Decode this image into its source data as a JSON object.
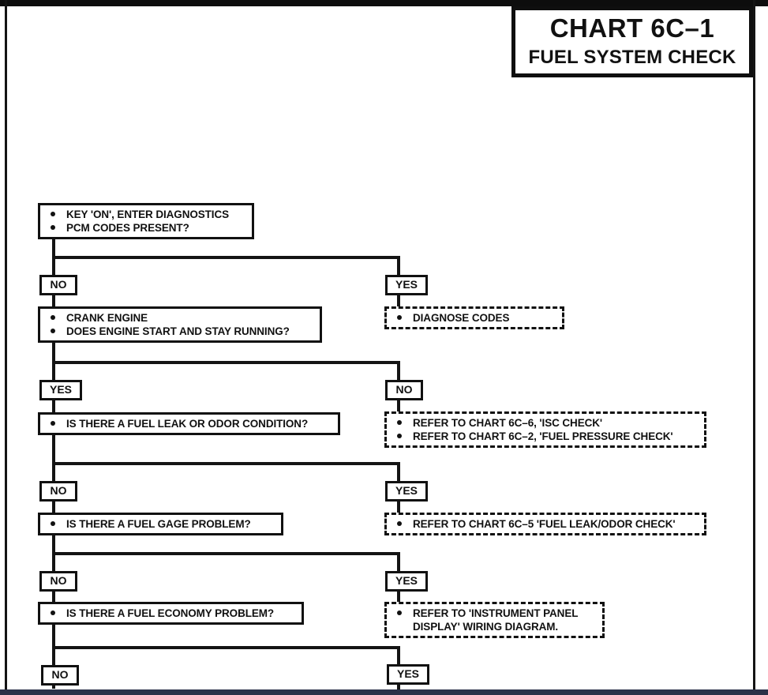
{
  "title": {
    "line1": "CHART 6C–1",
    "line2": "FUEL SYSTEM CHECK"
  },
  "flowchart": {
    "steps": [
      {
        "question": [
          "KEY 'ON', ENTER DIAGNOSTICS",
          "PCM CODES PRESENT?"
        ],
        "left_label": "NO",
        "right_label": "YES",
        "action": [
          "DIAGNOSE CODES"
        ]
      },
      {
        "question": [
          "CRANK ENGINE",
          "DOES ENGINE START AND STAY RUNNING?"
        ],
        "left_label": "YES",
        "right_label": "NO",
        "action": [
          "REFER TO CHART 6C–6, 'ISC CHECK'",
          "REFER TO CHART 6C–2, 'FUEL PRESSURE CHECK'"
        ]
      },
      {
        "question": [
          "IS THERE A FUEL LEAK OR ODOR CONDITION?"
        ],
        "left_label": "NO",
        "right_label": "YES",
        "action": [
          "REFER TO CHART 6C–5 'FUEL LEAK/ODOR CHECK'"
        ]
      },
      {
        "question": [
          "IS THERE A FUEL GAGE PROBLEM?"
        ],
        "left_label": "NO",
        "right_label": "YES",
        "action": [
          "REFER TO 'INSTRUMENT PANEL",
          "DISPLAY' WIRING DIAGRAM."
        ]
      },
      {
        "question": [
          "IS THERE A FUEL ECONOMY PROBLEM?"
        ],
        "left_label": "NO",
        "right_label": "YES"
      }
    ]
  },
  "colors": {
    "ink": "#141414",
    "paper": "#ffffff",
    "bottom_bar": "#2b3148"
  }
}
